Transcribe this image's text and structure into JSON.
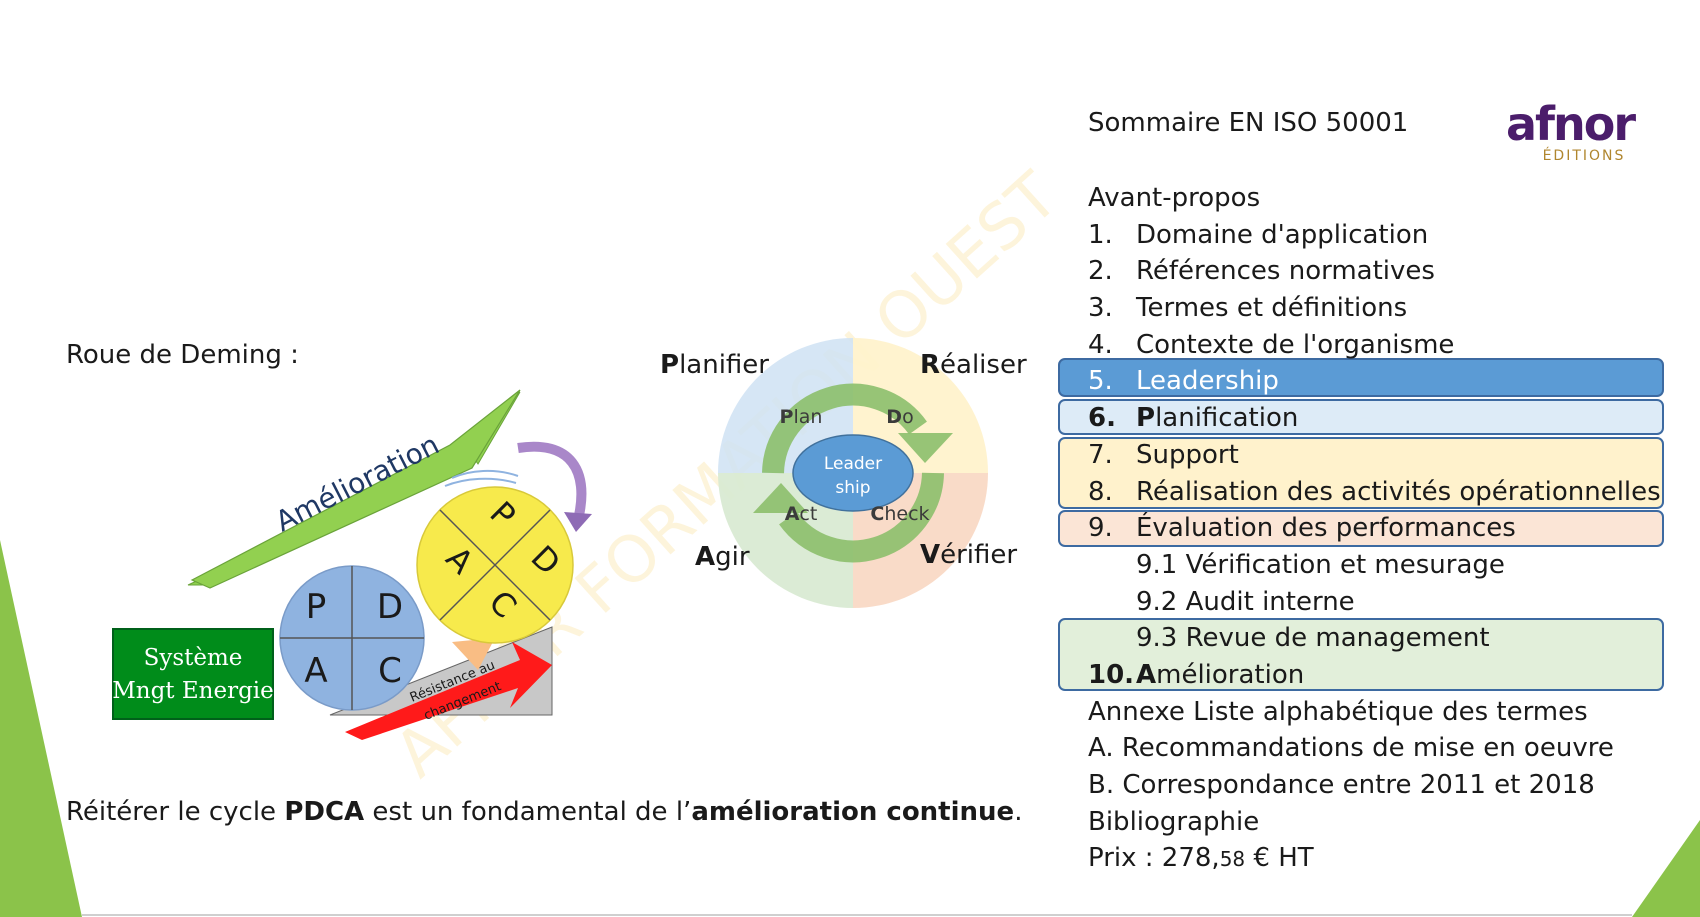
{
  "left": {
    "title": "Roue de Deming :",
    "arrow_label": "Amélioration",
    "box_label_1": "Système",
    "box_label_2": "Mngt Energie",
    "wedge_label_1": "Résistance au",
    "wedge_label_2": "changement",
    "circle_back": [
      "P",
      "D",
      "A",
      "C"
    ],
    "circle_front": [
      "P",
      "D",
      "A",
      "C"
    ],
    "caption_pre": "Réitérer le cycle ",
    "caption_b1": "PDCA",
    "caption_mid": " est un fondamental de l’",
    "caption_b2": "amélioration continue",
    "caption_post": "."
  },
  "wheel": {
    "center_1": "Leader",
    "center_2": "ship",
    "planifier_b": "P",
    "planifier_r": "lanifier",
    "realiser_b": "R",
    "realiser_r": "éaliser",
    "agir_b": "A",
    "agir_r": "gir",
    "verifier_b": "V",
    "verifier_r": "érifier",
    "plan_b": "P",
    "plan_r": "lan",
    "do_b": "D",
    "do_r": "o",
    "act_b": "A",
    "act_r": "ct",
    "check_b": "C",
    "check_r": "heck",
    "colors": {
      "plan": "#cfe2f3",
      "do": "#fff2cc",
      "act": "#d9ead3",
      "check": "#f9d9c5",
      "arrow": "#70ad47",
      "center": "#5b9bd5"
    }
  },
  "watermark": "AFNOR FORMATION OUEST",
  "logo": {
    "main": "afnor",
    "sub": "ÉDITIONS"
  },
  "toc": {
    "title": "Sommaire EN ISO 50001",
    "foreword": "Avant-propos",
    "items": [
      {
        "num": "1.",
        "text": "Domaine d'application"
      },
      {
        "num": "2.",
        "text": "Références normatives"
      },
      {
        "num": "3.",
        "text": "Termes et définitions"
      },
      {
        "num": "4.",
        "text": "Contexte de l'organisme"
      },
      {
        "num": "5.",
        "text": "Leadership"
      },
      {
        "num": "6.",
        "text_b": "P",
        "text": "lanification"
      },
      {
        "num": "7.",
        "text": "Support"
      },
      {
        "num": "8.",
        "text": "Réalisation des activités opérationnelles"
      },
      {
        "num": "9.",
        "text": "Évaluation des performances"
      }
    ],
    "sub": [
      "9.1 Vérification et mesurage",
      "9.2 Audit interne",
      "9.3 Revue de management"
    ],
    "item10_num": "10.",
    "item10_b": "A",
    "item10_text": "mélioration",
    "annexe": "Annexe Liste alphabétique des termes",
    "a": "A. Recommandations de mise en oeuvre",
    "b": "B. Correspondance entre 2011 et 2018",
    "biblio": "Bibliographie",
    "price_pre": "Prix :  278,",
    "price_small": "58",
    "price_post": " € HT",
    "highlight_colors": {
      "leadership": "#5b9bd5",
      "planification": "#ddebf7",
      "do": "#fff2cc",
      "check": "#fbe5d6",
      "act": "#e2efda"
    }
  }
}
